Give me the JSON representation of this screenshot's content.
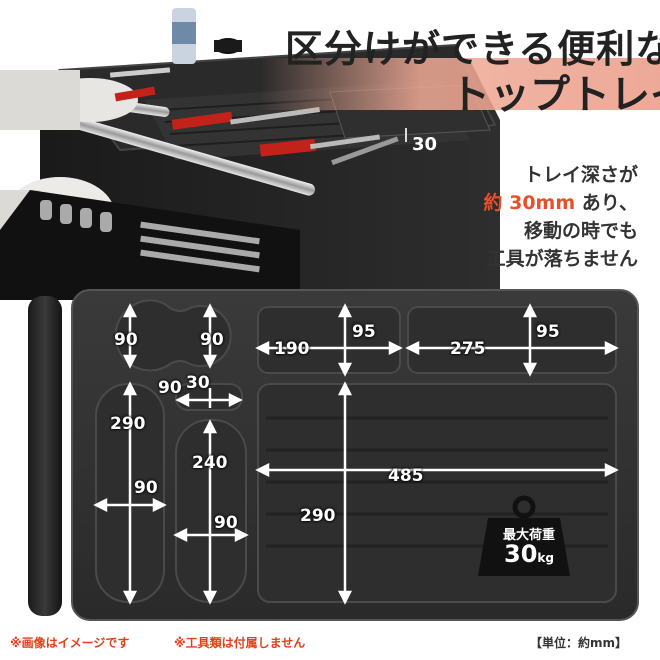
{
  "headline": {
    "line1": "区分けができる便利な",
    "line2": "トップトレイ"
  },
  "description": {
    "line1": "トレイ深さが",
    "line2_accent": "約 30mm",
    "line2_rest": " あり、",
    "line3": "移動の時でも",
    "line4": "工具が落ちません"
  },
  "photo_depth_label": "30",
  "dimensions": {
    "round_left_w": "90",
    "round_right_w": "90",
    "rect_190": "190",
    "rect_190_h": "95",
    "rect_275": "275",
    "rect_275_h": "95",
    "slot_90": "90",
    "slot_30": "30",
    "long_left_h": "290",
    "long_left_w": "90",
    "mid_h": "240",
    "mid_w": "90",
    "big_w": "485",
    "big_h": "290"
  },
  "load_badge": {
    "label": "最大荷重",
    "value": "30",
    "unit": "kg"
  },
  "footnotes": {
    "note1": "※画像はイメージです",
    "note2": "※工具類は付属しません"
  },
  "unit_note": "【単位：約mm】",
  "colors": {
    "accent": "#e8502a",
    "tray": "#2b2b2b",
    "band": "#f0a690"
  }
}
